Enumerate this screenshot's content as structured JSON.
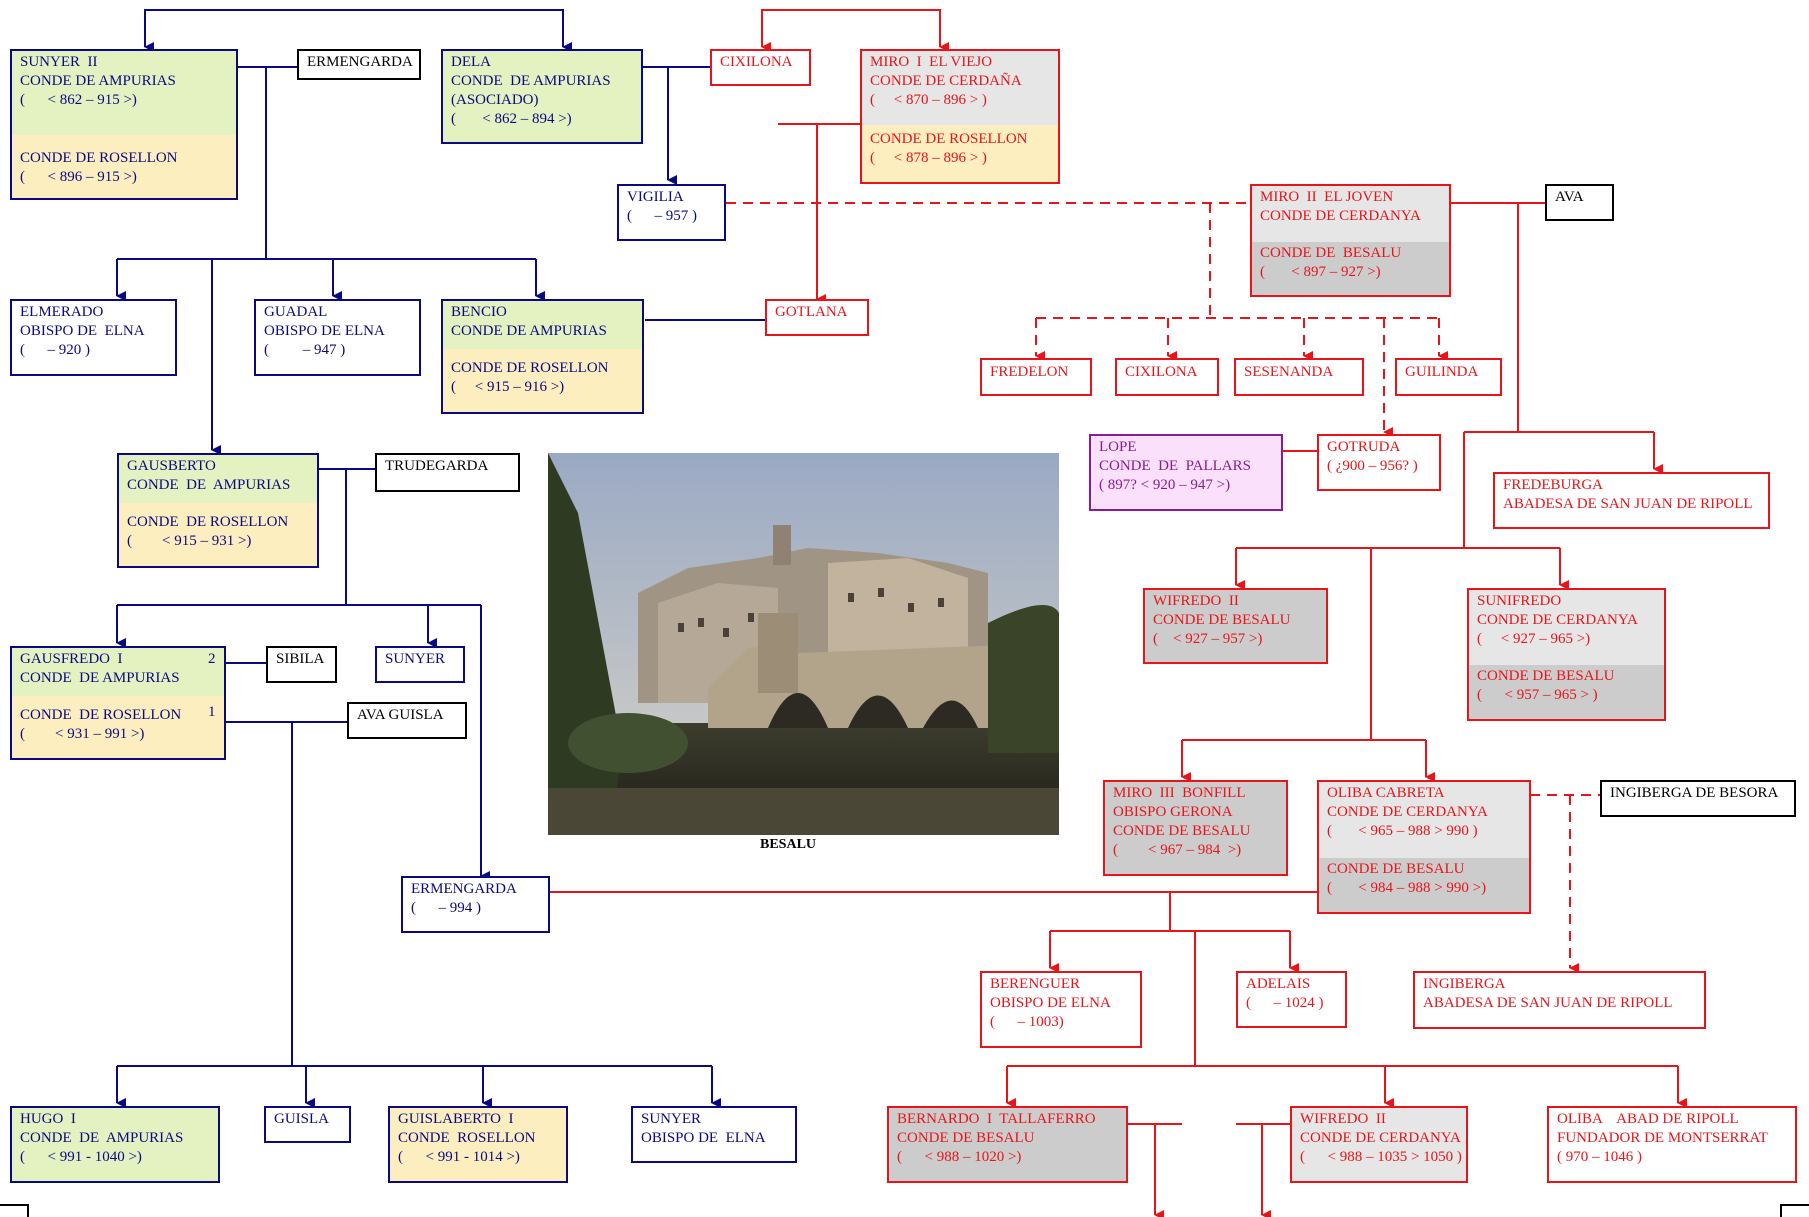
{
  "caption": "BESALU",
  "nodes": {
    "sunyer2": {
      "s1": [
        "SUNYER  II",
        "CONDE DE AMPURIAS",
        "(      < 862 – 915 >)"
      ],
      "s2": [
        "CONDE DE ROSELLON",
        "(      < 896 – 915 >)"
      ]
    },
    "ermengarda_top": [
      "ERMENGARDA"
    ],
    "dela": [
      "DELA",
      "CONDE  DE AMPURIAS",
      "(ASOCIADO)",
      "(       < 862 – 894 >)"
    ],
    "cixilona_top": [
      "CIXILONA"
    ],
    "miro1": {
      "s1": [
        "MIRO  I  EL VIEJO",
        "CONDE DE CERDAÑA",
        "(     < 870 – 896 > )"
      ],
      "s2": [
        "CONDE DE ROSELLON",
        "(     < 878 – 896 > )"
      ]
    },
    "vigilia": [
      "VIGILIA",
      "(      – 957 )"
    ],
    "miro2": {
      "s1": [
        "MIRO  II  EL JOVEN",
        "CONDE DE CERDANYA"
      ],
      "s2": [
        "CONDE DE  BESALU",
        "(       < 897 – 927 >)"
      ]
    },
    "ava_top": [
      "AVA"
    ],
    "elmerado": [
      "ELMERADO",
      "OBISPO DE  ELNA",
      "(      – 920 )"
    ],
    "guadal": [
      "GUADAL",
      "OBISPO DE ELNA",
      "(         – 947 )"
    ],
    "bencio": {
      "s1": [
        "BENCIO",
        "CONDE DE AMPURIAS"
      ],
      "s2": [
        "CONDE DE ROSELLON",
        "(     < 915 – 916 >)"
      ]
    },
    "gotlana": [
      "GOTLANA"
    ],
    "fredelon": [
      "FREDELON"
    ],
    "cixilona2": [
      "CIXILONA"
    ],
    "sesenanda": [
      "SESENANDA"
    ],
    "guilinda": [
      "GUILINDA"
    ],
    "lope": [
      "LOPE",
      "CONDE  DE  PALLARS",
      "( 897? < 920 – 947 >)"
    ],
    "gotruda": [
      "GOTRUDA",
      "( ¿900 – 956? )"
    ],
    "fredeburga": [
      "FREDEBURGA",
      "ABADESA DE SAN JUAN DE RIPOLL"
    ],
    "gausberto": {
      "s1": [
        "GAUSBERTO",
        "CONDE  DE  AMPURIAS"
      ],
      "s2": [
        "CONDE  DE ROSELLON",
        "(        < 915 – 931 >)"
      ]
    },
    "trudegarda": [
      "TRUDEGARDA"
    ],
    "wifredo2_besalu": [
      "WIFREDO  II",
      "CONDE DE BESALU",
      "(    < 927 – 957 >)"
    ],
    "sunifredo": {
      "s1": [
        "SUNIFREDO",
        "CONDE DE CERDANYA",
        "(     < 927 – 965 >)"
      ],
      "s2": [
        "CONDE DE BESALU",
        "(      < 957 – 965 > )"
      ]
    },
    "gausfredo1": {
      "s1": [
        "GAUSFREDO  I",
        "CONDE  DE AMPURIAS"
      ],
      "s2": [
        "CONDE  DE ROSELLON",
        "(        < 931 – 991 >)"
      ]
    },
    "gausfredo1_n1": "2",
    "gausfredo1_n2": "1",
    "sibila": [
      "SIBILA"
    ],
    "sunyer_mid": [
      "SUNYER"
    ],
    "ava_guisla": [
      "AVA GUISLA"
    ],
    "miro3": [
      "MIRO  III  BONFILL",
      "OBISPO GERONA",
      "CONDE DE BESALU",
      "(        < 967 – 984  >)"
    ],
    "oliba_cabreta": {
      "s1": [
        "OLIBA CABRETA",
        "CONDE DE CERDANYA",
        "(       < 965 – 988 > 990 )"
      ],
      "s2": [
        "CONDE DE BESALU",
        "(       < 984 – 988 > 990 >)"
      ]
    },
    "ingiberga_besora": [
      "INGIBERGA DE BESORA"
    ],
    "ermengarda_mid": [
      "ERMENGARDA",
      "(      – 994 )"
    ],
    "berenguer": [
      "BERENGUER",
      "OBISPO DE ELNA",
      "(      – 1003)"
    ],
    "adelais": [
      "ADELAIS",
      "(      – 1024 )"
    ],
    "ingiberga": [
      "INGIBERGA",
      "ABADESA DE SAN JUAN DE RIPOLL"
    ],
    "hugo1": [
      "HUGO  I",
      "CONDE  DE  AMPURIAS",
      "(      < 991 - 1040 >)"
    ],
    "guisla": [
      "GUISLA"
    ],
    "guislaberto": [
      "GUISLABERTO  I",
      "CONDE  ROSELLON",
      "(      < 991 - 1014 >)"
    ],
    "sunyer_elna": [
      "SUNYER",
      "OBISPO DE  ELNA"
    ],
    "bernardo1": [
      "BERNARDO  I  TALLAFERRO",
      "CONDE DE BESALU",
      "(      < 988 – 1020 >)"
    ],
    "wifredo2_cerd": [
      "WIFREDO  II",
      "CONDE DE CERDANYA",
      "(      < 988 – 1035 > 1050 )"
    ],
    "oliba_abad": [
      "OLIBA    ABAD DE RIPOLL",
      "FUNDADOR DE MONTSERRAT",
      "( 970 – 1046 )"
    ]
  }
}
